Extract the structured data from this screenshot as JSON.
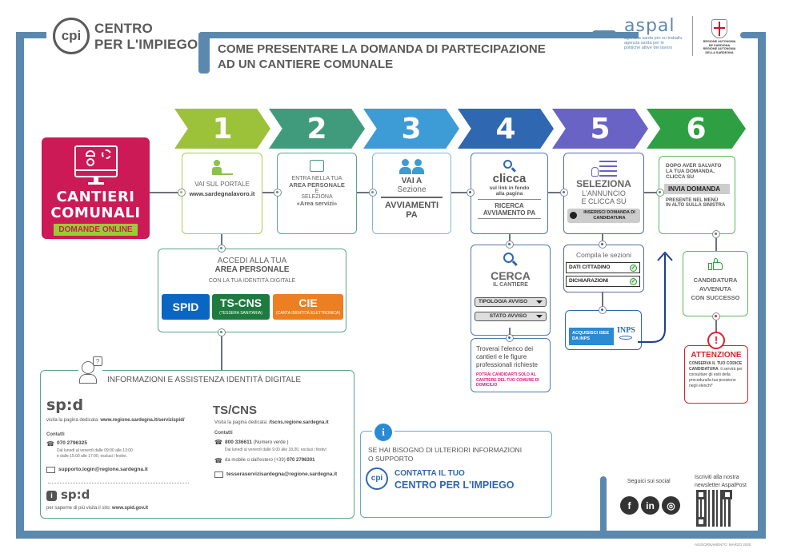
{
  "header": {
    "cpi_logo": "cpi",
    "cpi_title_line1": "CENTRO",
    "cpi_title_line2": "PER L'IMPIEGO",
    "main_title_line1": "COME PRESENTARE LA DOMANDA DI PARTECIPAZIONE",
    "main_title_line2": "AD UN CANTIERE COMUNALE",
    "aspal_logo": "aspal",
    "aspal_sub1": "agentzia sarda pro su traballu",
    "aspal_sub2": "agenzia sarda per le",
    "aspal_sub3": "politiche attive del lavoro",
    "region_line1": "REGIONE AUTONOMA DE SARDIGNA",
    "region_line2": "REGIONE AUTONOMA DELLA SARDEGNA"
  },
  "hero": {
    "title_line1": "CANTIERI",
    "title_line2": "COMUNALI",
    "tag": "DOMANDE ONLINE",
    "icon": "worker-computer-icon"
  },
  "colors": {
    "frame": "#5b89ad",
    "hero": "#cc1a56",
    "step1": "#9cc23a",
    "step2": "#3f9b7c",
    "step3": "#3d9bd6",
    "step4": "#2f67b1",
    "step5": "#6a63c6",
    "step6": "#2ea043",
    "spid": "#0b66c3",
    "tscns": "#1f7a3f",
    "cie": "#ec7f22",
    "attention": "#d9232e"
  },
  "steps": [
    {
      "number": "1",
      "title": "VAI SUL PORTALE",
      "link": "www.sardegnalavoro.it",
      "icon": "person-laptop-icon"
    },
    {
      "number": "2",
      "line1": "ENTRA NELLA TUA",
      "line2": "AREA PERSONALE",
      "line3": "E",
      "line4": "SELEZIONA",
      "line5": "«Area servizi»",
      "icon": "hand-card-icon"
    },
    {
      "number": "3",
      "line1": "VAI A",
      "line2": "Sezione",
      "line3": "AVVIAMENTI",
      "line4": "PA",
      "icon": "users-icon"
    },
    {
      "number": "4",
      "line1": "clicca",
      "line2": "sul link in fondo",
      "line3": "alla pagina",
      "line4": "RICERCA",
      "line5": "AVVIAMENTO PA",
      "icon": "search-icon"
    },
    {
      "number": "5",
      "line1": "SELEZIONA",
      "line2": "L'ANNUNCIO",
      "line3": "E CLICCA SU",
      "button": "INSERISCI DOMANDA DI CANDIDATURA",
      "icon": "list-select-icon"
    },
    {
      "number": "6",
      "line1": "DOPO AVER SALVATO",
      "line2": "LA TUA DOMANDA,",
      "line3": "CLICCA SU",
      "button": "INVIA DOMANDA",
      "line4": "PRESENTE NEL MENÙ",
      "line5": "IN ALTO SULLA SINISTRA"
    }
  ],
  "access": {
    "line1": "ACCEDI ALLA TUA",
    "line2": "AREA PERSONALE",
    "line3": "CON LA TUA IDENTITÀ DIGITALE",
    "spid": "SPID",
    "tscns": "TS-CNS",
    "tscns_sub": "(TESSERA SANITARIA)",
    "cie": "CIE",
    "cie_sub": "(CARTA IDENTITÀ ELETTRONICA)"
  },
  "search": {
    "title": "CERCA",
    "subtitle": "IL CANTIERE",
    "dropdown1": "TIPOLOGIA AVVISO",
    "dropdown2": "STATO AVVISO",
    "result_text": "Troverai l'elenco dei cantieri e le figure professionali richieste",
    "note": "POTRAI CANDIDARTI SOLO AL CANTIERE DEL TUO COMUNE DI DOMICILIO"
  },
  "compile": {
    "title": "Compila le sezioni",
    "field1": "DATI CITTADINO",
    "field2": "DICHIARAZIONI",
    "isee_button": "ACQUISISCI ISEE DA INPS",
    "inps_logo": "INPS"
  },
  "success": {
    "line1": "CANDIDATURA",
    "line2": "AVVENUTA",
    "line3": "CON SUCCESSO",
    "icon": "thumbs-up-icon"
  },
  "attention": {
    "title": "ATTENZIONE",
    "text_bold": "CONSERVA IL TUO CODICE CANDIDATURA",
    "text": ": ti servirà per consultare gli esiti della procedura/la tua posizione negli elenchi*"
  },
  "info": {
    "title": "INFORMAZIONI E ASSISTENZA IDENTITÀ DIGITALE",
    "spid_logo": "sp:d",
    "spid_visit_label": "visita la pagina dedicata:",
    "spid_visit_url": "www.regione.sardegna.it/servizispid/",
    "contacts_label": "Contatti",
    "spid_phone": "070 2796325",
    "spid_hours1": "Dal lunedì al venerdì dalle 09:00 alle 13:00",
    "spid_hours2": "e dalle 15:00 alle 17:00, esclusi i festivi.",
    "spid_email": "supporto.login@regione.sardegna.it",
    "spid_more_label": "per saperne di più visita il sito:",
    "spid_more_url": "www.spid.gov.it",
    "tscns_title": "TS/CNS",
    "tscns_visit_label": "Visita la pagina dedicata:",
    "tscns_visit_url": "/tscns.regione.sardegna.it",
    "tscns_contacts_label": "Contatti",
    "tscns_phone": "800 336611",
    "tscns_phone_note": "(Numero verde )",
    "tscns_hours": "Dal lunedì al venerdì dalle 9.00 alle 18.00, esclusi i festivi",
    "tscns_mobile_label": "da mobile o dall'estero (+39)",
    "tscns_mobile": "070 2796301",
    "tscns_email": "tesseraservizisardegna@regione.sardegna.it"
  },
  "contact_cpi": {
    "line1": "SE HAI BISOGNO DI ULTERIORI INFORMAZIONI",
    "line2": "O SUPPORTO",
    "cta1": "CONTATTA IL TUO",
    "cta2": "CENTRO PER L'IMPIEGO"
  },
  "social": {
    "label": "Seguici sui social",
    "newsletter1": "Iscriviti alla nostra",
    "newsletter2": "newsletter AspalPost",
    "facebook": "f",
    "linkedin": "in",
    "instagram": "◎"
  },
  "footer": {
    "update": "AGGIORNAMENTO: MARZO 2025"
  }
}
